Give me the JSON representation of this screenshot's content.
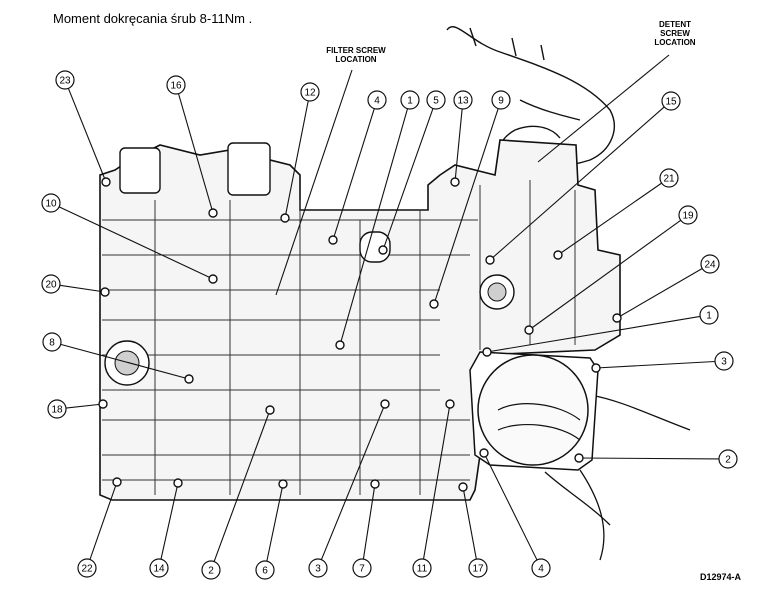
{
  "title": "Moment dokręcania śrub 8-11Nm .",
  "filter_label": [
    "FILTER SCREW",
    "LOCATION"
  ],
  "detent_label": [
    "DETENT",
    "SCREW",
    "LOCATION"
  ],
  "drawing_code": "D12974-A",
  "callouts": [
    {
      "id": "c23",
      "label": "23"
    },
    {
      "id": "c16",
      "label": "16"
    },
    {
      "id": "c12",
      "label": "12"
    },
    {
      "id": "c4a",
      "label": "4"
    },
    {
      "id": "c1a",
      "label": "1"
    },
    {
      "id": "c5",
      "label": "5"
    },
    {
      "id": "c13",
      "label": "13"
    },
    {
      "id": "c9",
      "label": "9"
    },
    {
      "id": "c15",
      "label": "15"
    },
    {
      "id": "c21",
      "label": "21"
    },
    {
      "id": "c19",
      "label": "19"
    },
    {
      "id": "c24",
      "label": "24"
    },
    {
      "id": "c1b",
      "label": "1"
    },
    {
      "id": "c3a",
      "label": "3"
    },
    {
      "id": "c2a",
      "label": "2"
    },
    {
      "id": "c10",
      "label": "10"
    },
    {
      "id": "c20",
      "label": "20"
    },
    {
      "id": "c8",
      "label": "8"
    },
    {
      "id": "c18",
      "label": "18"
    },
    {
      "id": "c22",
      "label": "22"
    },
    {
      "id": "c14",
      "label": "14"
    },
    {
      "id": "c2b",
      "label": "2"
    },
    {
      "id": "c6",
      "label": "6"
    },
    {
      "id": "c3b",
      "label": "3"
    },
    {
      "id": "c7",
      "label": "7"
    },
    {
      "id": "c11",
      "label": "11"
    },
    {
      "id": "c17",
      "label": "17"
    },
    {
      "id": "c4b",
      "label": "4"
    }
  ]
}
